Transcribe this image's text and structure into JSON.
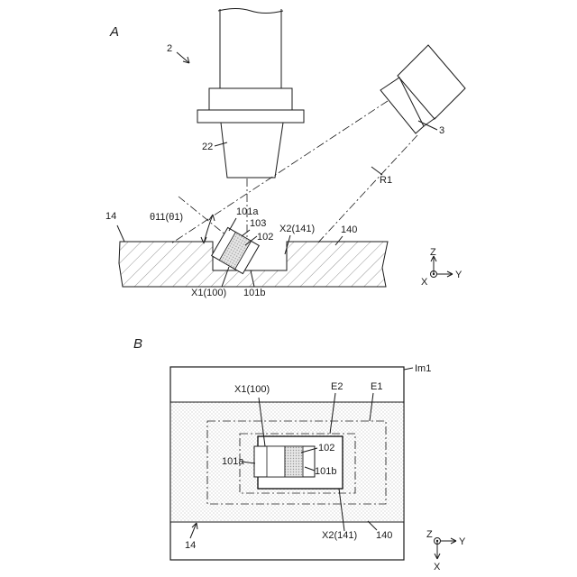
{
  "figure_a": {
    "title": "A",
    "labels": {
      "head_ref": "2",
      "camera_ref": "3",
      "nozzle_ref": "22",
      "board_ref": "14",
      "angle": "θ11(θ1)",
      "ray_ref": "R1",
      "part_top": "101a",
      "part_side": "103",
      "part_center": "102",
      "part_bottom": "101b",
      "position_x1": "X1(100)",
      "position_x2": "X2(141)",
      "surface_ref": "140"
    },
    "axes": {
      "z": "Z",
      "y": "Y",
      "x": "X"
    }
  },
  "figure_b": {
    "title": "B",
    "labels": {
      "image_ref": "Im1",
      "position_x1": "X1(100)",
      "region_e2": "E2",
      "region_e1": "E1",
      "part_center": "102",
      "part_left": "101a",
      "part_right": "101b",
      "position_x2": "X2(141)",
      "board_ref": "14",
      "surface_ref": "140"
    },
    "axes": {
      "z": "Z",
      "y": "Y",
      "x": "X"
    }
  },
  "colors": {
    "line": "#1a1a1a",
    "hatch": "#8a8a8a",
    "stipple": "#dcdcdc",
    "part_fill": "#c8c8c8"
  }
}
